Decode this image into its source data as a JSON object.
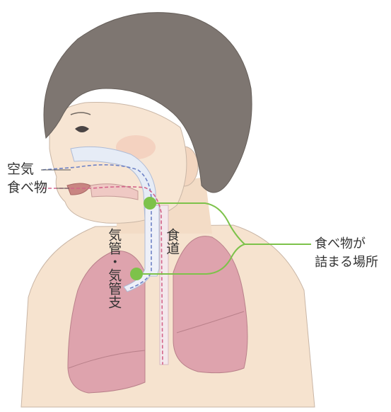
{
  "labels": {
    "air": "空気",
    "food": "食べ物",
    "trachea": "気管・気管支",
    "esophagus": "食道",
    "choke_line1": "食べ物が",
    "choke_line2": "詰まる場所"
  },
  "colors": {
    "skin": "#f6e3cf",
    "hair": "#7e7671",
    "lung": "#dea3ad",
    "airway_pale": "#e6ecf6",
    "air_path": "#6e82c6",
    "food_path": "#d4648a",
    "marker": "#7dc24a",
    "text": "#333333"
  }
}
